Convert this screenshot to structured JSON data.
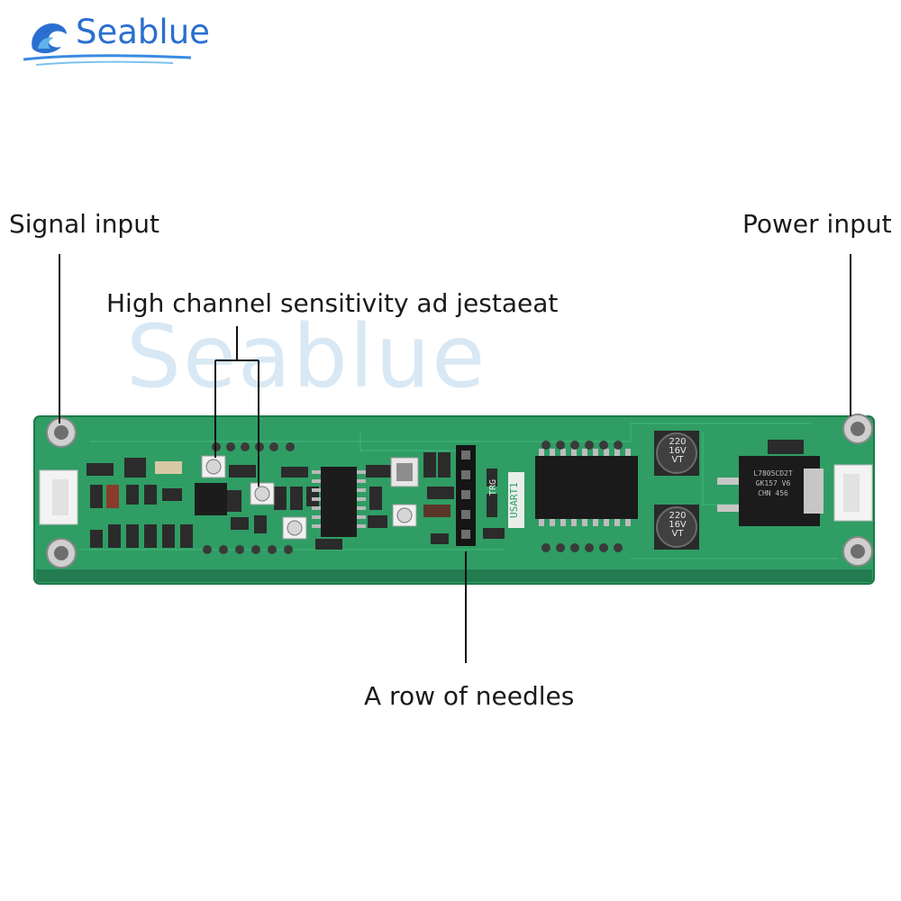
{
  "brand": {
    "name": "Seablue",
    "watermark": "Seablue"
  },
  "labels": {
    "signal_input": "Signal input",
    "power_input": "Power input",
    "sensitivity": "High channel sensitivity ad jestaeat",
    "needles": "A row of needles"
  },
  "board": {
    "silkscreen_usart": "USART1",
    "silkscreen_trg": "TRG",
    "cap_top": [
      "220",
      "16V",
      "VT"
    ],
    "cap_bottom": [
      "220",
      "16V",
      "VT"
    ],
    "regulator": [
      "L7805CD2T",
      "GK157 V6",
      "CHN 456"
    ]
  },
  "colors": {
    "pcb": "#2e9a62",
    "pcb_dark": "#1f7a4a",
    "brand_blue": "#2a6fd0"
  }
}
